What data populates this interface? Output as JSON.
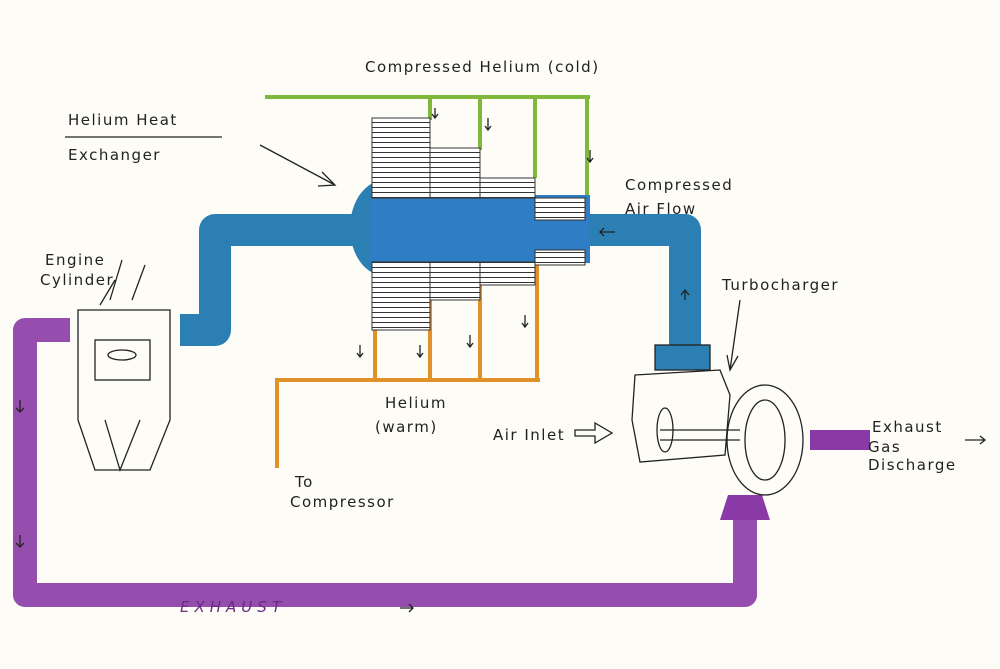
{
  "labels": {
    "helium_cold": "Compressed Helium (cold)",
    "hx_line1": "Helium Heat",
    "hx_line2": "Exchanger",
    "air_line1": "Compressed",
    "air_line2": "Air Flow",
    "engine_line1": "Engine",
    "engine_line2": "Cylinder",
    "turbo": "Turbocharger",
    "helium_warm_line1": "Helium",
    "helium_warm_line2": "(warm)",
    "air_inlet": "Air Inlet",
    "to_comp_line1": "To",
    "to_comp_line2": "Compressor",
    "exh_line1": "Exhaust",
    "exh_line2": "Gas",
    "exh_line3": "Discharge",
    "exhaust": "EXHAUST"
  },
  "colors": {
    "exhaust": "#8a3aa6",
    "air": "#2b7fb3",
    "helium_cold": "#7fb83a",
    "helium_warm": "#e0912a"
  }
}
